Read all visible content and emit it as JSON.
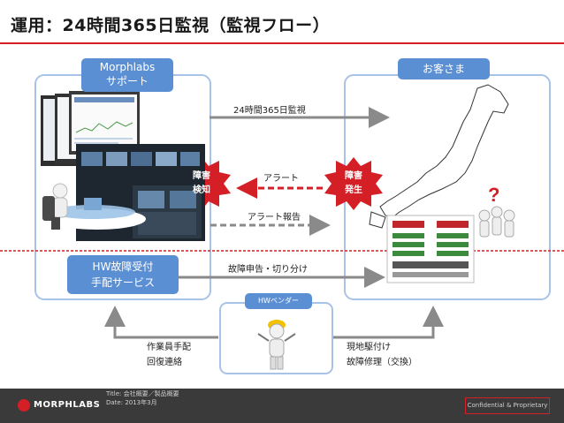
{
  "slide": {
    "title": "運用：24時間365日監視（監視フロー）"
  },
  "left_panel": {
    "header": "Morphlabs\nサポート",
    "intake_box": "HW故障受付\n手配サービス"
  },
  "right_panel": {
    "header": "お客さま"
  },
  "vendor": {
    "header": "HWベンダー"
  },
  "events": {
    "detect": "障害\n検知",
    "occur": "障害\n発生"
  },
  "flows": {
    "monitoring": "24時間365日監視",
    "alert": "アラート",
    "alert_report": "アラート報告",
    "fault_report": "故障申告・切り分け",
    "dispatch": "作業員手配\n回復連絡",
    "onsite": "現地駆付け\n故障修理（交換）"
  },
  "footer": {
    "logo_text": "MORPHLABS",
    "line1": "Title: 会社概要／製品概要",
    "line2": "Date: 2013年3月",
    "confidential": "Confidential & Proprietary"
  },
  "colors": {
    "accent_red": "#d41f26",
    "panel_border": "#a9c3e8",
    "box_blue": "#5b8fd4",
    "arrow_gray": "#8a8a8a"
  }
}
